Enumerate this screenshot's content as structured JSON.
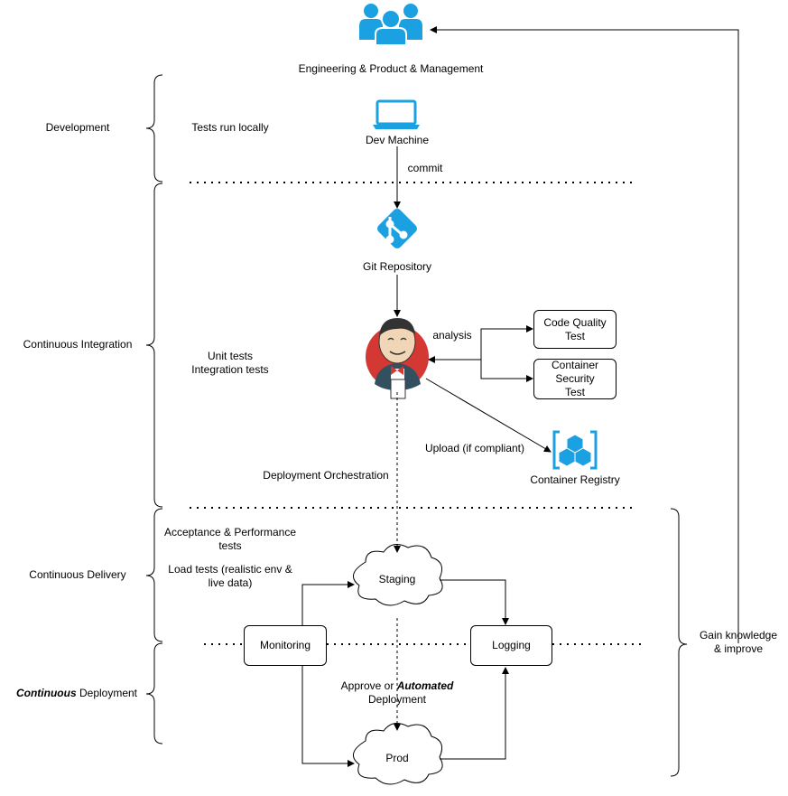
{
  "colors": {
    "accent": "#1ba1e2",
    "line": "#000000",
    "jenkins_red": "#d33833"
  },
  "top": {
    "users_label": "Engineering & Product & Management"
  },
  "stages": {
    "development": "Development",
    "ci": "Continuous Integration",
    "delivery": "Continuous Delivery",
    "deployment_italic": "Continuous",
    "deployment_rest": " Deployment"
  },
  "notes": {
    "tests_local": "Tests run locally",
    "unit_tests": "Unit tests",
    "integration_tests": "Integration tests",
    "acceptance_line1": "Acceptance & Performance",
    "acceptance_line2": "tests",
    "load_line1": "Load tests (realistic env &",
    "load_line2": "live data)",
    "gain_line1": "Gain knowledge",
    "gain_line2": "&  improve"
  },
  "nodes": {
    "dev_machine": "Dev Machine",
    "git_repo": "Git Repository",
    "code_quality_line1": "Code Quality",
    "code_quality_line2": "Test",
    "container_security_line1": "Container",
    "container_security_line2": "Security",
    "container_security_line3": "Test",
    "container_registry": "Container Registry",
    "staging": "Staging",
    "prod": "Prod",
    "monitoring": "Monitoring",
    "logging": "Logging"
  },
  "edges": {
    "commit": "commit",
    "analysis": "analysis",
    "upload": "Upload (if compliant)",
    "orchestration": "Deployment Orchestration",
    "approve_prefix": "Approve or ",
    "approve_italic": "Automated",
    "approve_line2": "Deployment"
  },
  "icons": {
    "users": "users-group-icon",
    "laptop": "laptop-icon",
    "git": "git-icon",
    "jenkins": "jenkins-butler-icon",
    "registry": "container-registry-icon"
  }
}
